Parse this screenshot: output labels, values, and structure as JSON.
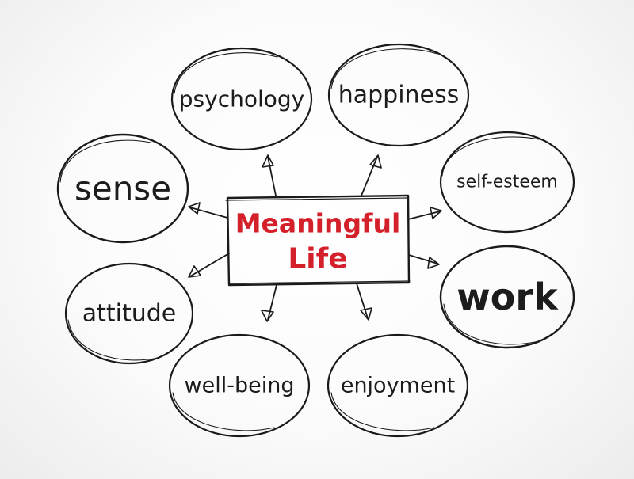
{
  "center": {
    "lines": [
      "Meaningful",
      "Life"
    ],
    "color": "#d3202a"
  },
  "nodes": [
    {
      "id": "psychology",
      "label": "psychology"
    },
    {
      "id": "happiness",
      "label": "happiness"
    },
    {
      "id": "sense",
      "label": "sense"
    },
    {
      "id": "self-esteem",
      "label": "self-esteem"
    },
    {
      "id": "attitude",
      "label": "attitude"
    },
    {
      "id": "work",
      "label": "work"
    },
    {
      "id": "well-being",
      "label": "well-being"
    },
    {
      "id": "enjoyment",
      "label": "enjoyment"
    }
  ],
  "colors": {
    "ink": "#1a1a1a",
    "accent": "#d3202a",
    "background": "#f7f7f7"
  }
}
